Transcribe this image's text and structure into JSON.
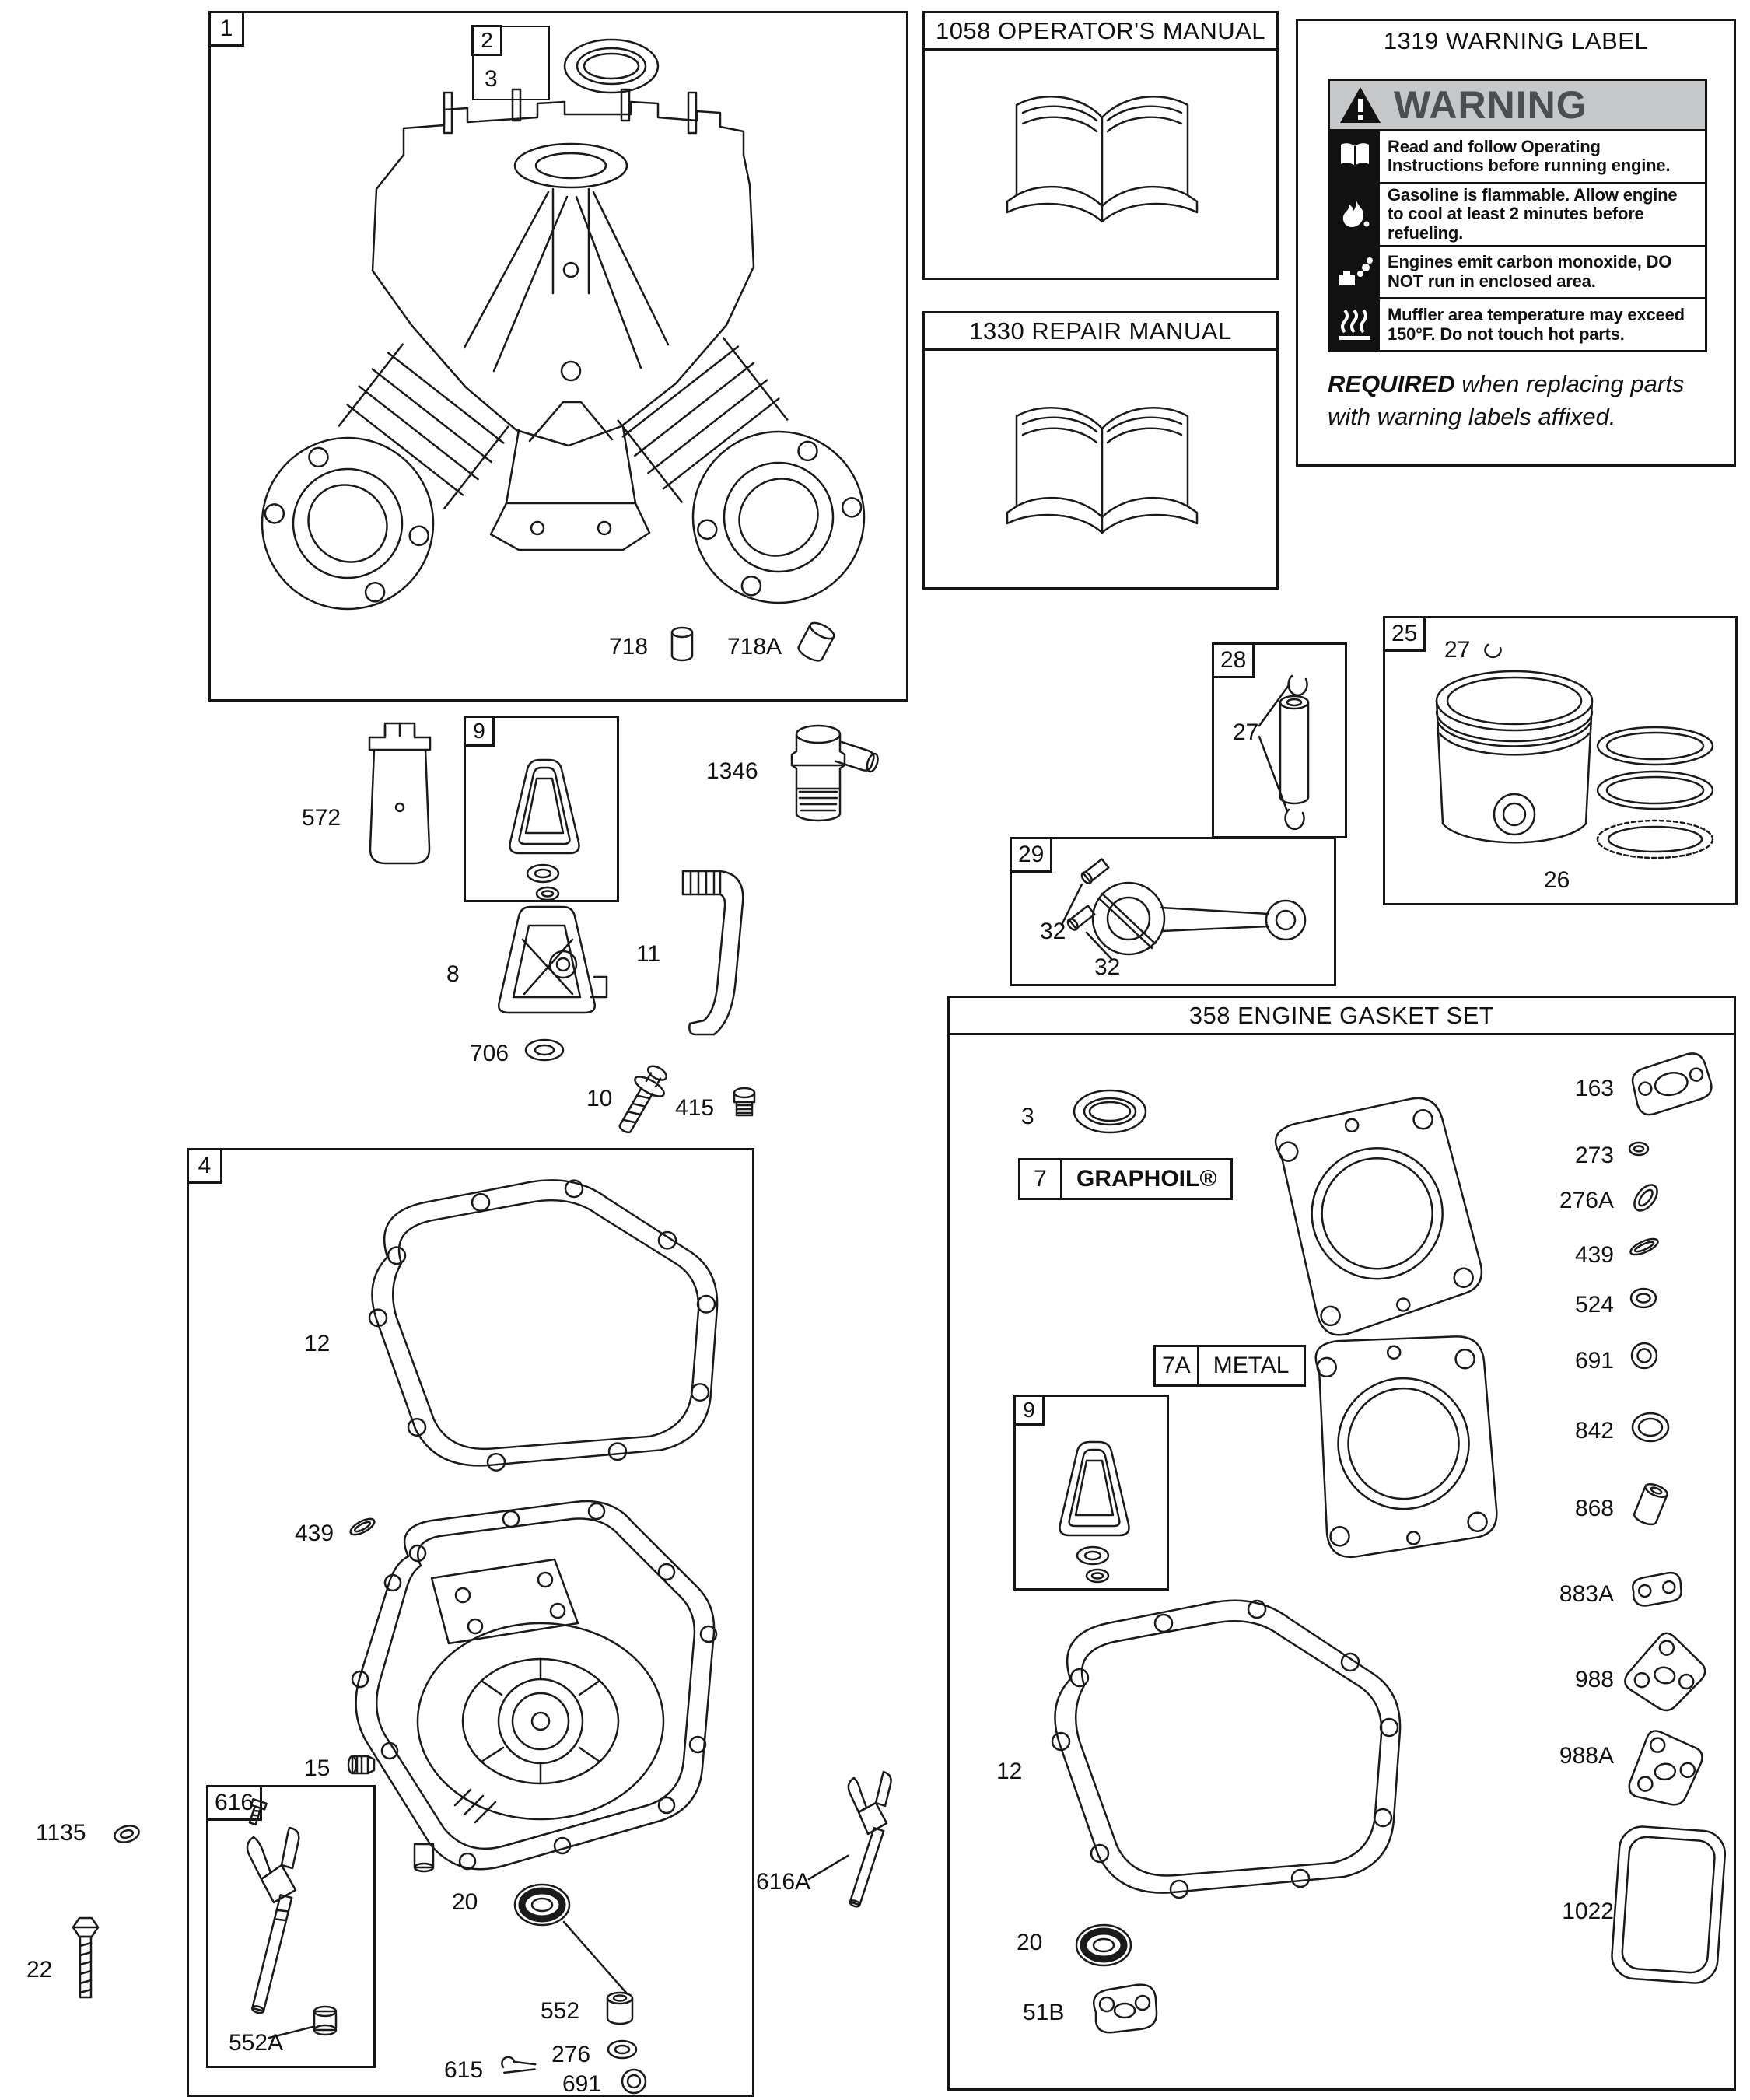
{
  "box1": {
    "label": "1",
    "inset_label": "2",
    "seal_label": "3",
    "pin_label": "718",
    "pin_a_label": "718A"
  },
  "manuals": {
    "operators": {
      "title": "1058 OPERATOR'S MANUAL"
    },
    "repair": {
      "title": "1330 REPAIR MANUAL"
    }
  },
  "warning": {
    "title": "1319 WARNING LABEL",
    "header": "WARNING",
    "rows": [
      "Read and follow Operating Instructions before running engine.",
      "Gasoline is flammable. Allow engine to cool at least 2 minutes before refueling.",
      "Engines emit carbon monoxide, DO NOT run in enclosed area.",
      "Muffler area temperature may exceed 150°F.  Do not touch hot parts."
    ],
    "required_bold": "REQUIRED",
    "required_rest": " when replacing parts",
    "required_line2": "with warning labels affixed."
  },
  "parts": {
    "p572": "572",
    "p1346": "1346",
    "p8": "8",
    "p706": "706",
    "p11": "11",
    "p10": "10",
    "p415": "415",
    "p1135": "1135",
    "p22": "22",
    "p616A": "616A"
  },
  "box9_top": {
    "label": "9"
  },
  "box28": {
    "label": "28",
    "clip_label": "27"
  },
  "box25": {
    "label": "25",
    "clip_label": "27",
    "rings_label": "26"
  },
  "box29": {
    "label": "29",
    "bolt_label_a": "32",
    "bolt_label_b": "32"
  },
  "box4": {
    "label": "4",
    "gasket_label": "12",
    "oring_label": "439",
    "plug_label": "15",
    "seal_label": "20",
    "bushing_label": "552",
    "washer_label": "276",
    "washer2_label": "691",
    "cotter_label": "615",
    "box616_label": "616",
    "shaft_bushing_label": "552A"
  },
  "gasket_set": {
    "title": "358 ENGINE GASKET SET",
    "seal_label": "3",
    "graphoil_num": "7",
    "graphoil_name": "GRAPHOIL®",
    "metal_num": "7A",
    "metal_name": "METAL",
    "box9_label": "9",
    "column": [
      "163",
      "273",
      "276A",
      "439",
      "524",
      "691",
      "842",
      "868",
      "883A",
      "988",
      "988A",
      "1022"
    ],
    "gasket_label": "12",
    "seal20_label": "20",
    "p51b_label": "51B"
  }
}
